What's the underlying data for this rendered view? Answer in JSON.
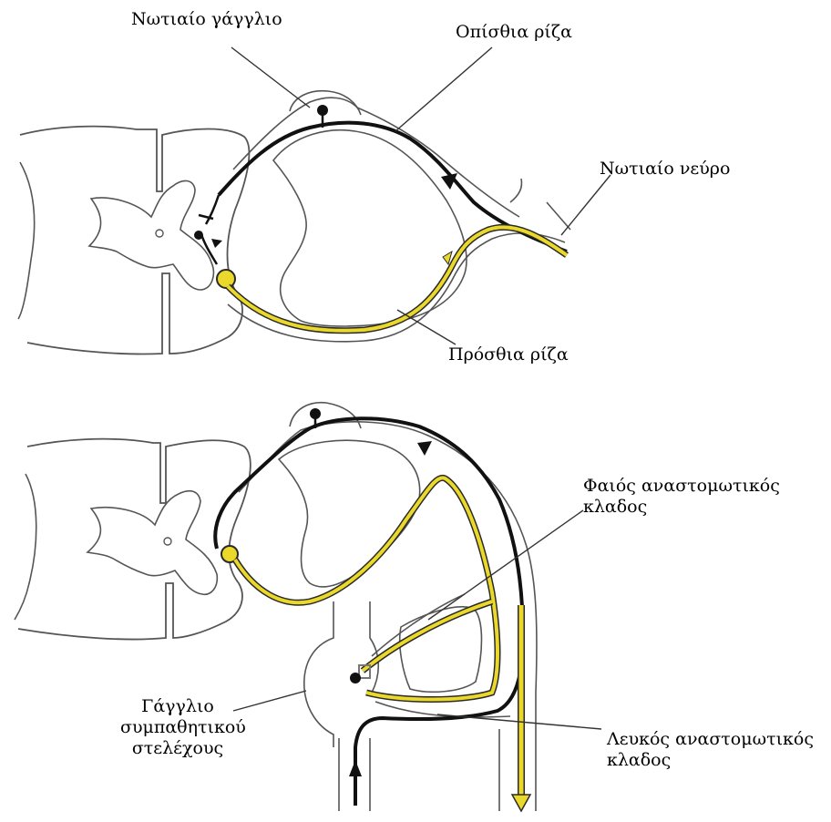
{
  "colors": {
    "outline": "#555555",
    "sensory_fiber": "#111111",
    "motor_fiber_fill": "#ead82a",
    "motor_fiber_edge": "#2a2a2a"
  },
  "labels": {
    "spinal_ganglion": "Νωτιαίο γάγγλιο",
    "posterior_root": "Οπίσθια ρίζα",
    "spinal_nerve": "Νωτιαίο νεύρο",
    "anterior_root": "Πρόσθια ρίζα",
    "gray_ramus": [
      "Φαιός αναστομωτικός",
      "κλαδος"
    ],
    "sympathetic_ganglion": [
      "Γάγγλιο",
      "συμπαθητικού",
      "στελέχους"
    ],
    "white_ramus": [
      "Λευκός αναστομωτικός",
      "κλαδος"
    ]
  }
}
